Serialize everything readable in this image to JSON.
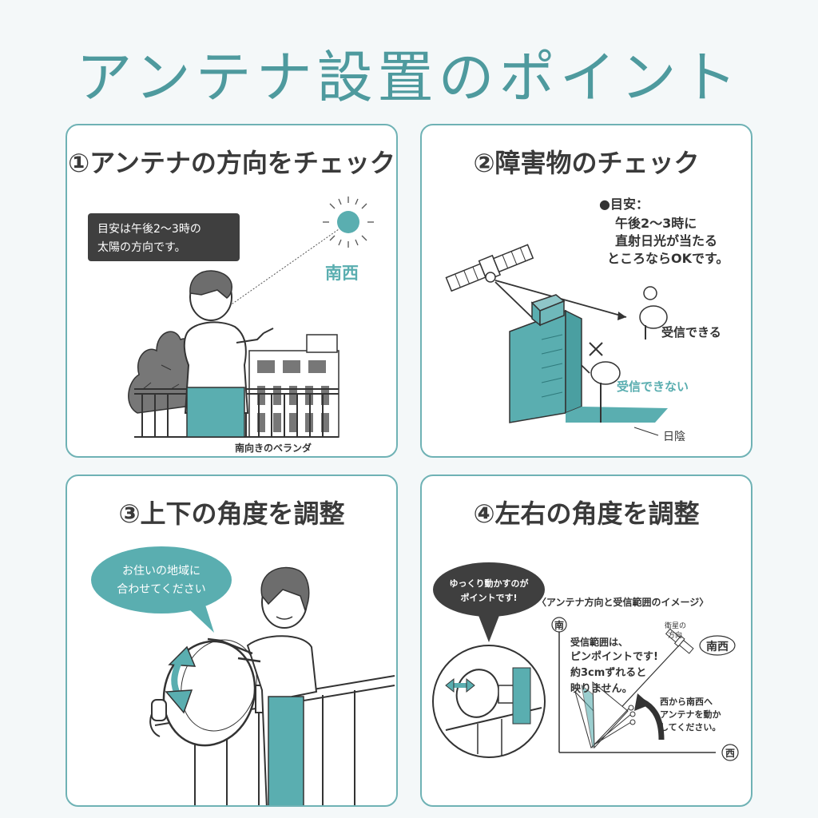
{
  "title": "アンテナ設置のポイント",
  "cards": [
    {
      "title": "①アンテナの方向をチェック",
      "note_line1": "目安は午後2〜3時の",
      "note_line2": "太陽の方向です。",
      "direction": "南西",
      "caption": "南向きのベランダ"
    },
    {
      "title": "②障害物のチェック",
      "note_line1": "●目安：",
      "note_line2": "午後2〜3時に",
      "note_line3": "直射日光が当たる",
      "note_line4": "ところならOKです。",
      "ok_label": "受信できる",
      "ng_label": "受信できない",
      "shade_label": "日陰"
    },
    {
      "title": "③上下の角度を調整",
      "bubble_line1": "お住いの地域に",
      "bubble_line2": "合わせてください"
    },
    {
      "title": "④左右の角度を調整",
      "bubble_line1": "ゆっくり動かすのが",
      "bubble_line2": "ポイントです!",
      "diagram_title": "〈アンテナ方向と受信範囲のイメージ〉",
      "axis_south": "南",
      "axis_west": "西",
      "satellite_line1": "衛星の",
      "satellite_line2": "方向",
      "sw_label": "南西",
      "note_a1": "受信範囲は、",
      "note_a2": "ピンポイントです!",
      "note_a3": "約3cmずれると",
      "note_a4": "映りません。",
      "note_b1": "西から南西へ",
      "note_b2": "アンテナを動か",
      "note_b3": "してください。"
    }
  ],
  "colors": {
    "accent": "#5aaeb0",
    "title": "#4e9a9e",
    "border": "#6fb2b5",
    "dark": "#3a3a3a"
  }
}
